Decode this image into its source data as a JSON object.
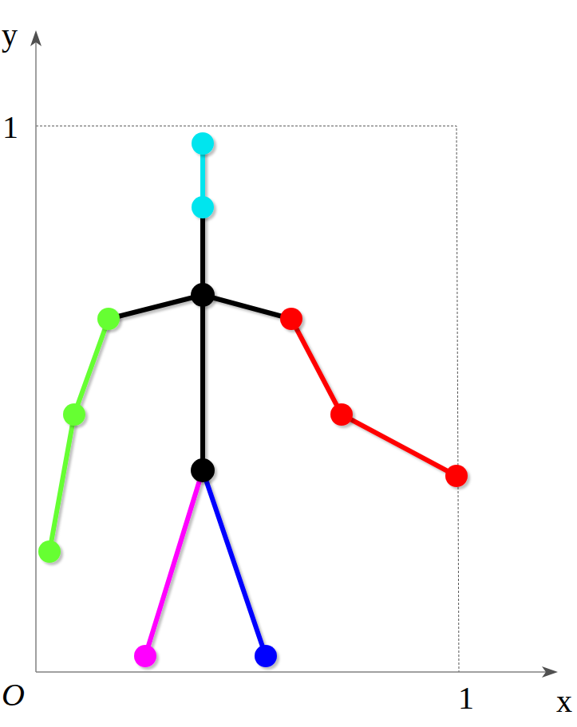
{
  "diagram": {
    "labels": [
      "y",
      "1",
      "O",
      "1",
      "x"
    ]
  }
}
